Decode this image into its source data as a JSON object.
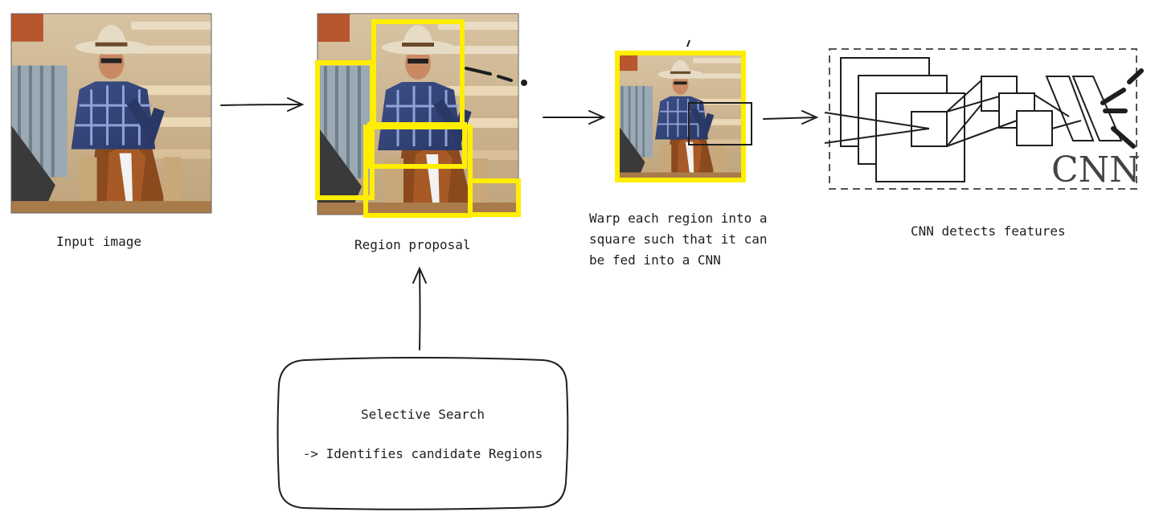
{
  "labels": {
    "input_image": "Input image",
    "region_proposal": "Region proposal",
    "warp_line1": "Warp each region into a",
    "warp_line2": "square such that it can",
    "warp_line3": "be fed into a CNN",
    "cnn_detects": "CNN detects features",
    "cnn_logo": "CNN"
  },
  "search_box": {
    "title": "Selective Search",
    "subtitle": "-> Identifies candidate Regions"
  },
  "icons": {
    "photo": "photo-icon",
    "arrow": "arrow-right-icon"
  },
  "colors": {
    "stroke": "#1e1e1e",
    "highlight": "#ffee00",
    "dashed": "#555555",
    "logo": "#444444"
  }
}
